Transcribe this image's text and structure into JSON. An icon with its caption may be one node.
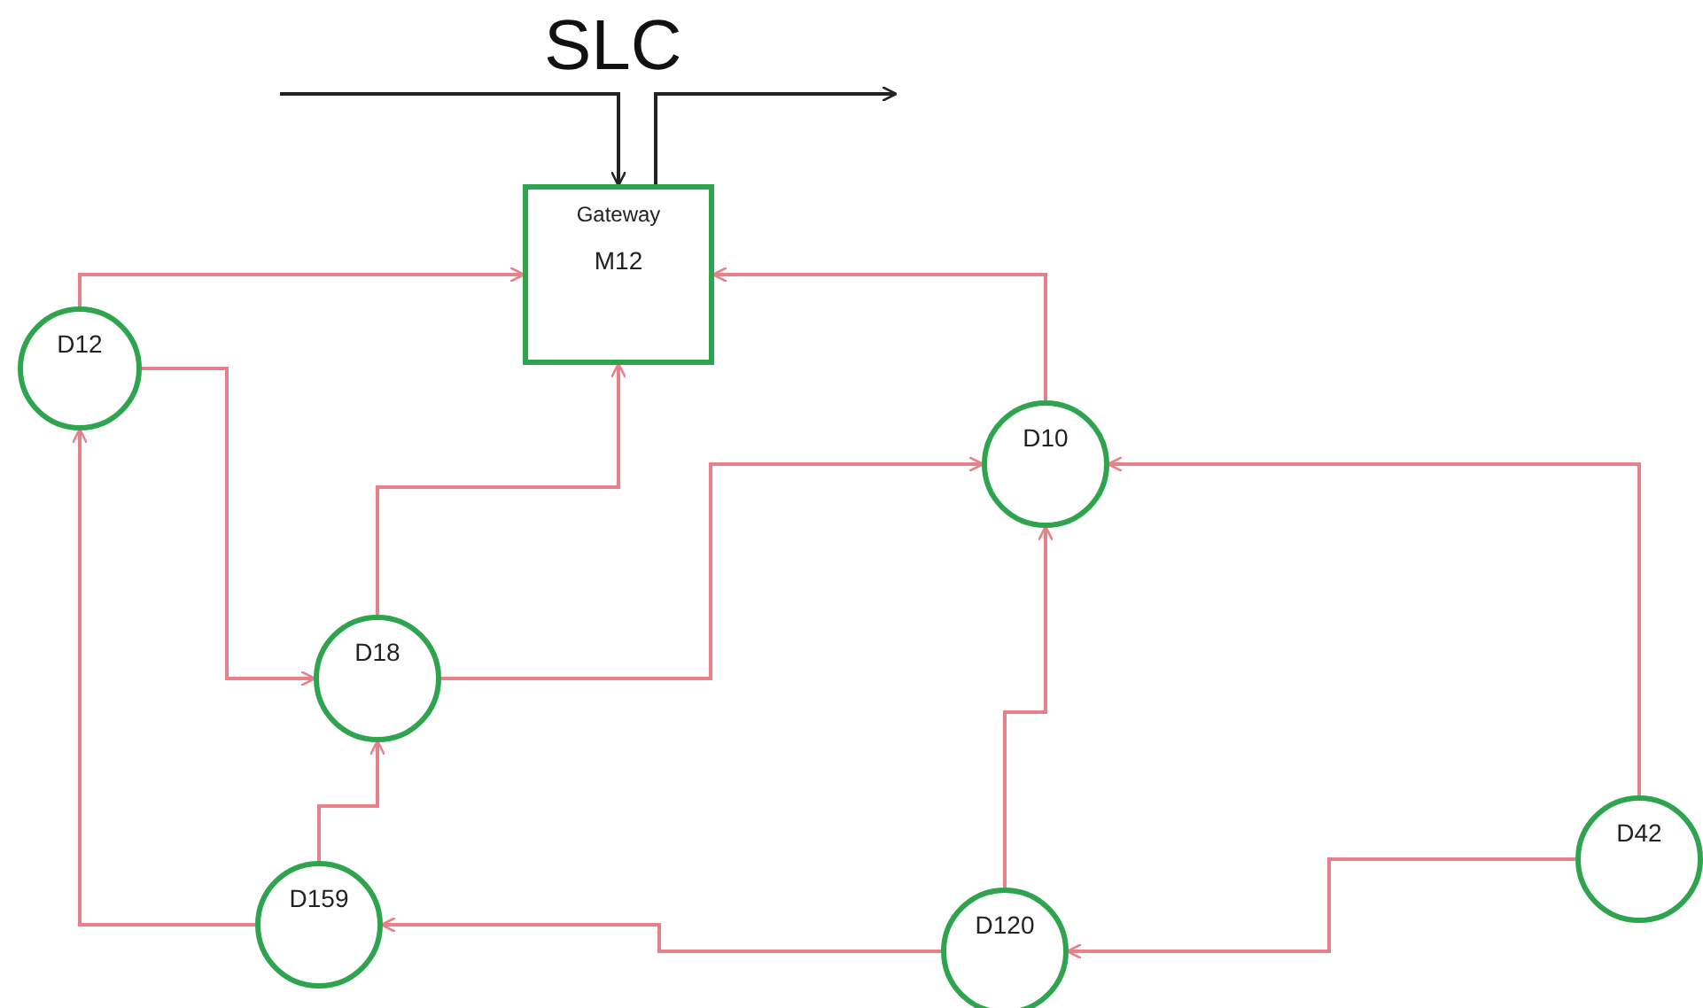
{
  "diagram": {
    "nodes": [
      {
        "text": [
          "Gateway",
          "M12"
        ]
      },
      {
        "text": [
          "D12"
        ]
      },
      {
        "text": [
          "D10"
        ]
      },
      {
        "text": [
          "D18"
        ]
      },
      {
        "text": [
          "D159"
        ]
      },
      {
        "text": [
          "D120"
        ]
      },
      {
        "text": [
          "D42"
        ]
      }
    ],
    "edges": [
      {
        "from": null,
        "to": 0,
        "arrow": "to",
        "color": "#222222"
      },
      {
        "from": 0,
        "to": null,
        "arrow": "to",
        "color": "#222222"
      },
      {
        "from": 1,
        "to": 0,
        "arrow": "to"
      },
      {
        "from": 2,
        "to": 0,
        "arrow": "to"
      },
      {
        "from": 3,
        "to": 0,
        "arrow": "to"
      },
      {
        "from": 1,
        "to": 3,
        "arrow": "to"
      },
      {
        "from": 3,
        "to": 2,
        "arrow": "to"
      },
      {
        "from": 6,
        "to": 2,
        "arrow": "to"
      },
      {
        "from": 5,
        "to": 2,
        "arrow": "to"
      },
      {
        "from": 6,
        "to": 5,
        "arrow": "to"
      },
      {
        "from": 5,
        "to": 4,
        "arrow": "to"
      },
      {
        "from": 4,
        "to": 1,
        "arrow": "to"
      },
      {
        "from": 4,
        "to": 3,
        "arrow": "to"
      }
    ],
    "labels": [
      "SLC"
    ]
  }
}
